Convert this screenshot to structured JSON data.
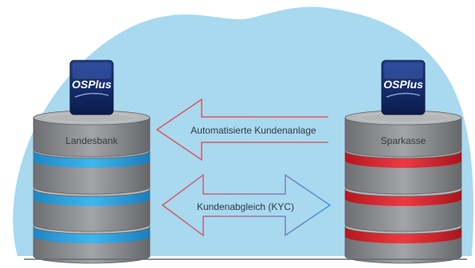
{
  "colors": {
    "cloud": "#a8d9ef",
    "disk_top": "#b5b6b8",
    "disk_side": "#8e8f92",
    "disk_edge": "#5f6064",
    "band_left": "#25a3e0",
    "band_right": "#e0262f",
    "logo_bg": "#13296b",
    "arrow_red": "#d9535b",
    "arrow_blue": "#3f97d8",
    "ground": "#666a70"
  },
  "left_stack": {
    "label": "Landesbank",
    "logo_text": "OSPlus",
    "logo_icon": "osplus-logo-icon"
  },
  "right_stack": {
    "label": "Sparkasse",
    "logo_text": "OSPlus",
    "logo_icon": "osplus-logo-icon"
  },
  "arrows": {
    "top_label": "Automatisierte Kundenanlage",
    "bottom_label": "Kundenabgleich (KYC)"
  }
}
